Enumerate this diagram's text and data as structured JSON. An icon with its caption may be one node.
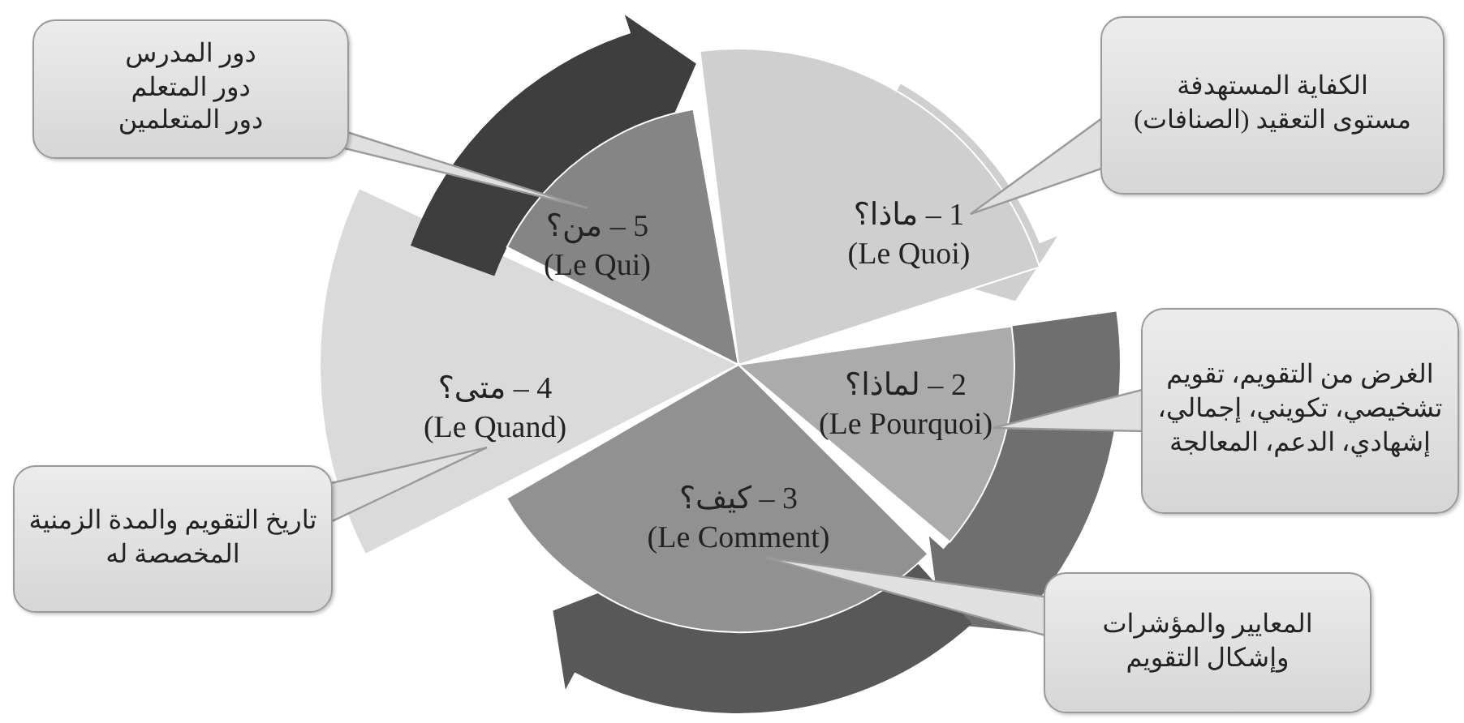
{
  "diagram": {
    "nodes": [
      {
        "text": [
          "1 – ماذا؟",
          "(Le Quoi)"
        ]
      },
      {
        "text": [
          "2 – لماذا؟",
          "(Le Pourquoi)"
        ]
      },
      {
        "text": [
          "3 – كيف؟",
          "(Le Comment)"
        ]
      },
      {
        "text": [
          "4 – متى؟",
          "(Le Quand)"
        ]
      },
      {
        "text": [
          "5 – من؟",
          "(Le Qui)"
        ]
      },
      {
        "text": [
          "دور المدرس",
          "دور المتعلم",
          "دور المتعلمين"
        ]
      },
      {
        "text": [
          "الكفاية المستهدفة",
          "مستوى التعقيد (الصنافات)"
        ]
      },
      {
        "text": [
          "الغرض من التقويم، تقويم تشخيصي، تكويني، إجمالي، إشهادي، الدعم، المعالجة"
        ]
      },
      {
        "text": [
          "تاريخ التقويم والمدة الزمنية المخصصة له"
        ]
      },
      {
        "text": [
          "المعايير والمؤشرات وإشكال التقويم"
        ]
      }
    ],
    "edges": [
      {
        "from": 5,
        "to": 4,
        "arrow": "none"
      },
      {
        "from": 6,
        "to": 0,
        "arrow": "none"
      },
      {
        "from": 7,
        "to": 1,
        "arrow": "none"
      },
      {
        "from": 8,
        "to": 3,
        "arrow": "none"
      },
      {
        "from": 9,
        "to": 2,
        "arrow": "none"
      }
    ]
  }
}
